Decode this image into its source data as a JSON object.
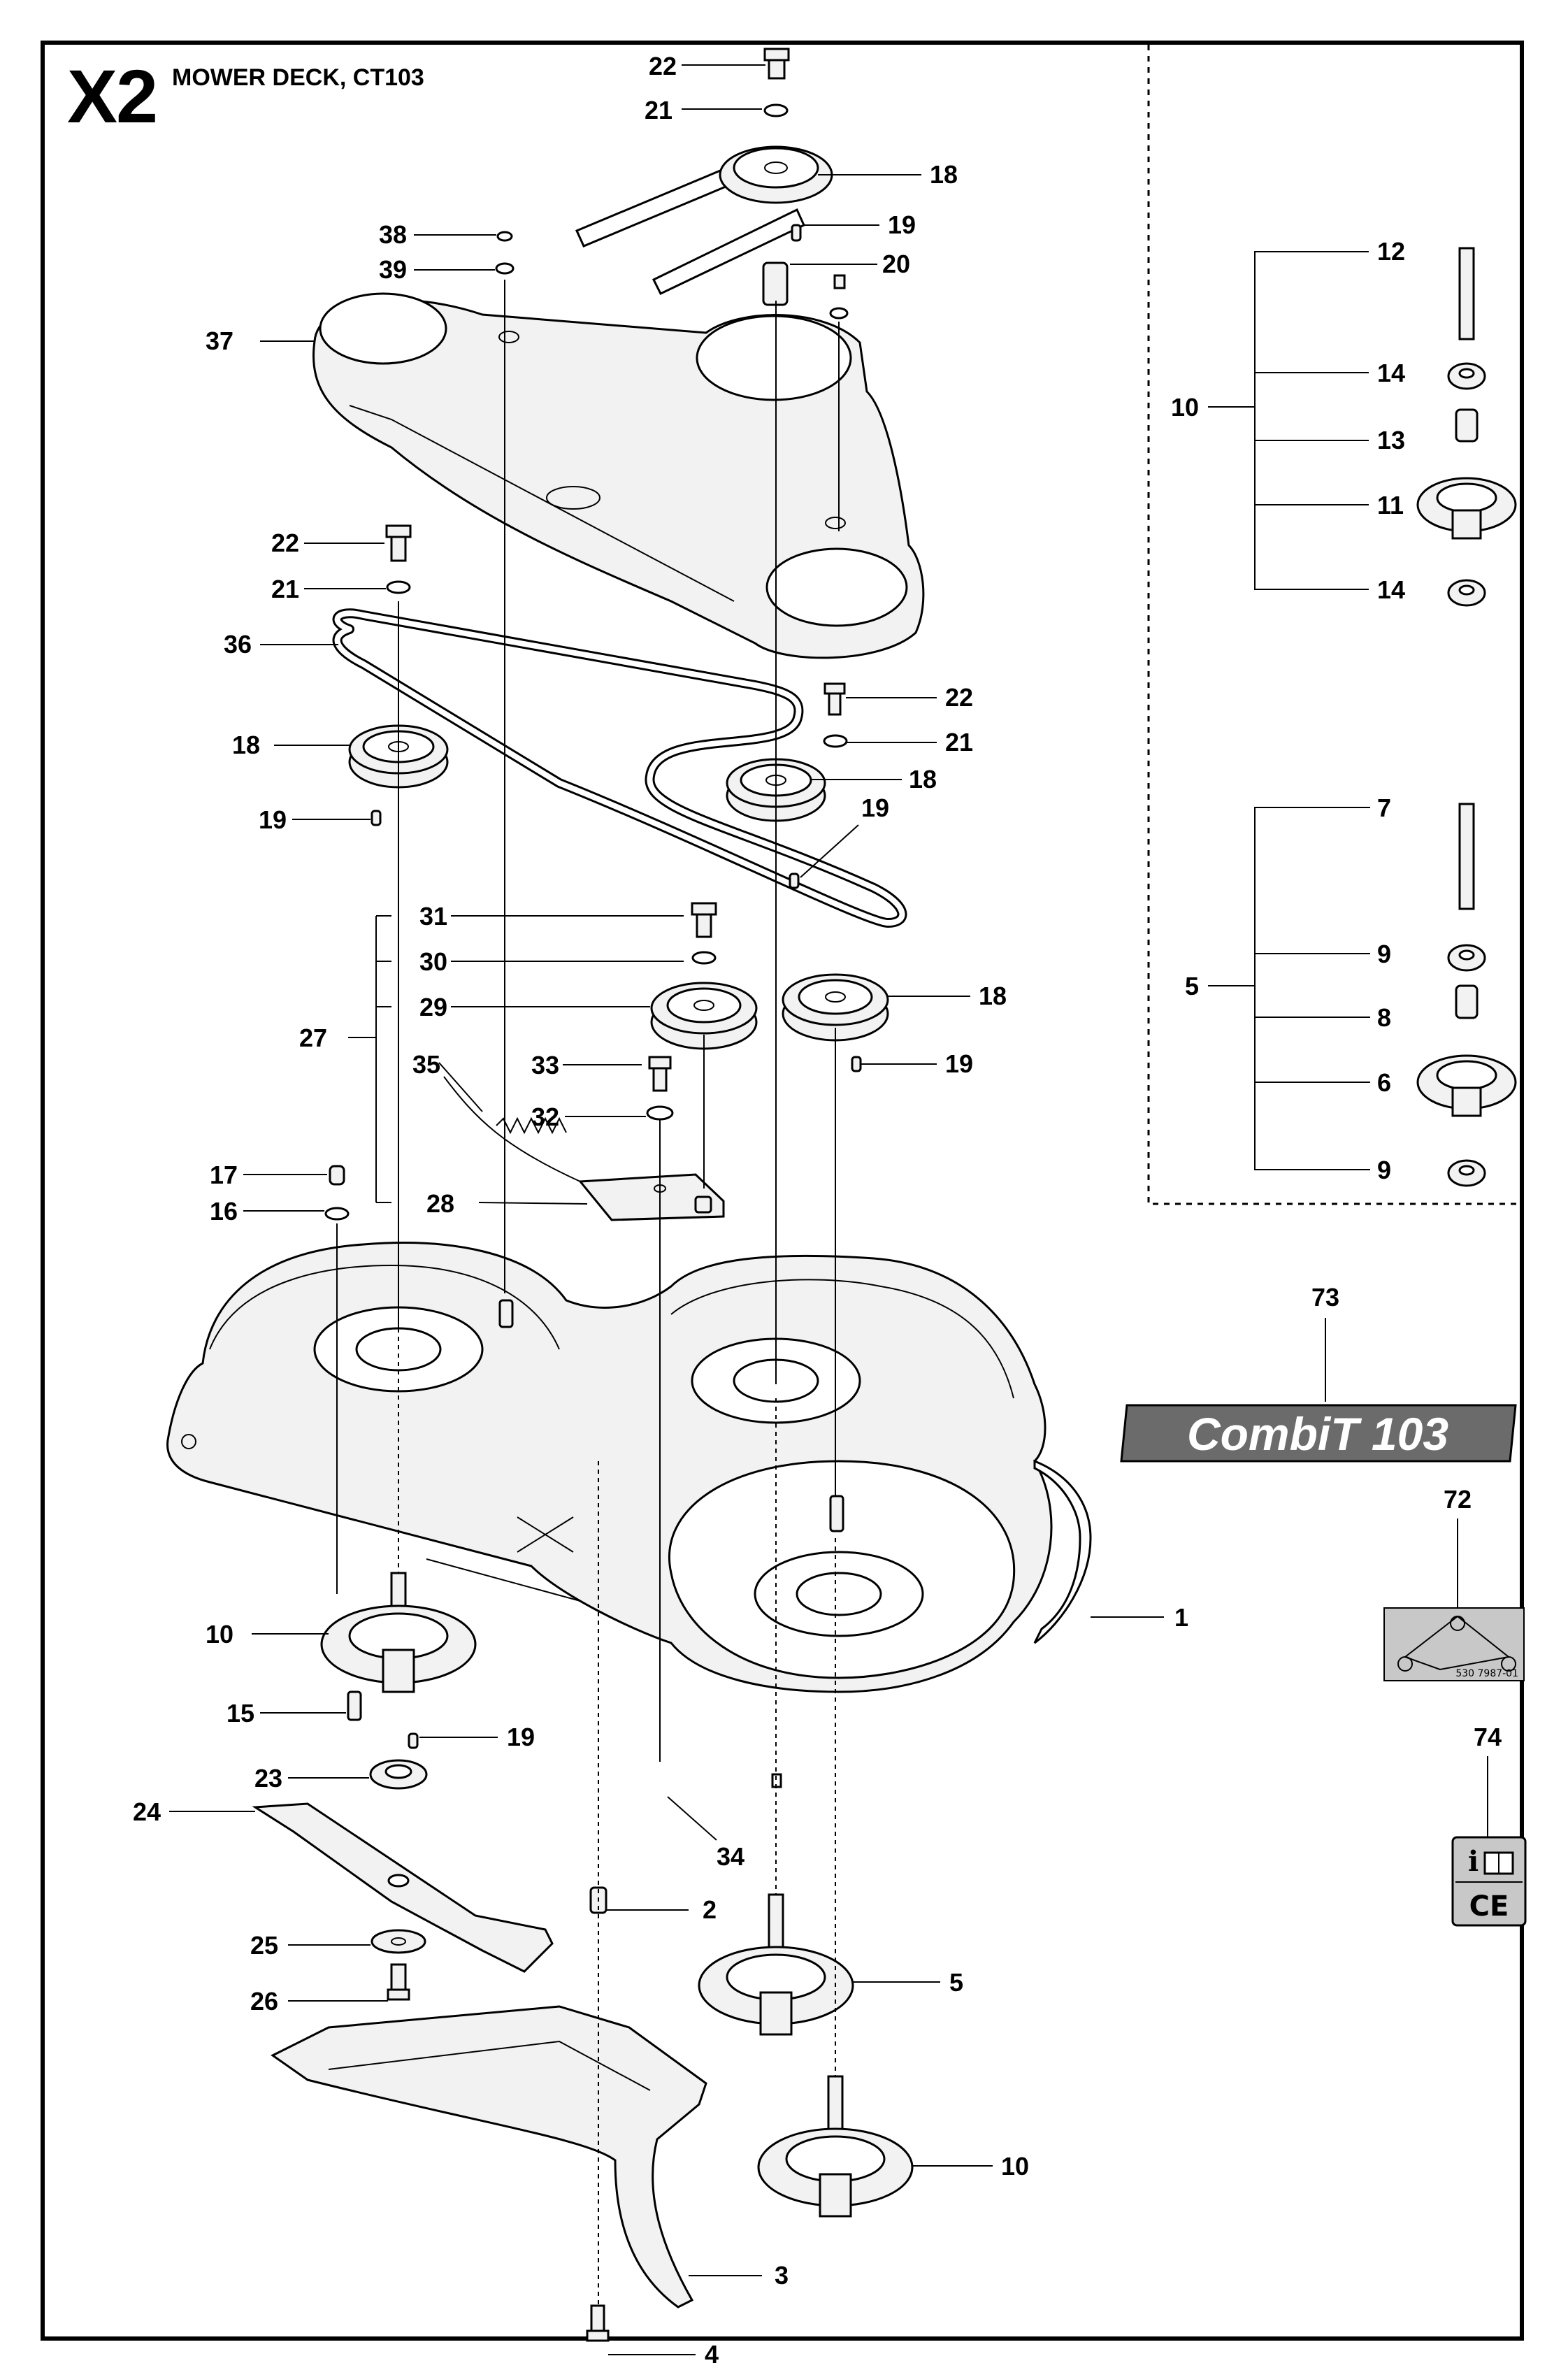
{
  "sheet": {
    "code": "X2",
    "title": "MOWER DECK, CT103"
  },
  "brand_decal": {
    "text": "CombiT 103",
    "fill_color": "#6b6b6b"
  },
  "decal_72_caption": "530 7987-01",
  "decal_74_mark": "CE",
  "callouts": {
    "p22a": "22",
    "p21a": "21",
    "p18a": "18",
    "p19a": "19",
    "p20": "20",
    "p38": "38",
    "p39": "39",
    "p37": "37",
    "p22b": "22",
    "p21b": "21",
    "p36": "36",
    "p18b": "18",
    "p19b": "19",
    "p22c": "22",
    "p21c": "21",
    "p18c": "18",
    "p19c": "19",
    "p31": "31",
    "p30": "30",
    "p29": "29",
    "p27": "27",
    "p18d": "18",
    "p19d": "19",
    "p35": "35",
    "p33": "33",
    "p32": "32",
    "p17": "17",
    "p16": "16",
    "p28": "28",
    "p10a": "10",
    "p12": "12",
    "p14a": "14",
    "p13": "13",
    "p11": "11",
    "p14b": "14",
    "p5a": "5",
    "p7": "7",
    "p9a": "9",
    "p8": "8",
    "p6": "6",
    "p9b": "9",
    "p73": "73",
    "p72": "72",
    "p74": "74",
    "p1": "1",
    "p10b": "10",
    "p15": "15",
    "p19e": "19",
    "p23": "23",
    "p24": "24",
    "p34": "34",
    "p2": "2",
    "p25": "25",
    "p26": "26",
    "p5b": "5",
    "p10c": "10",
    "p3": "3",
    "p4": "4"
  },
  "colors": {
    "line": "#000000",
    "part_shading": "#f2f2f2",
    "decal_gray": "#c8c8c8"
  }
}
